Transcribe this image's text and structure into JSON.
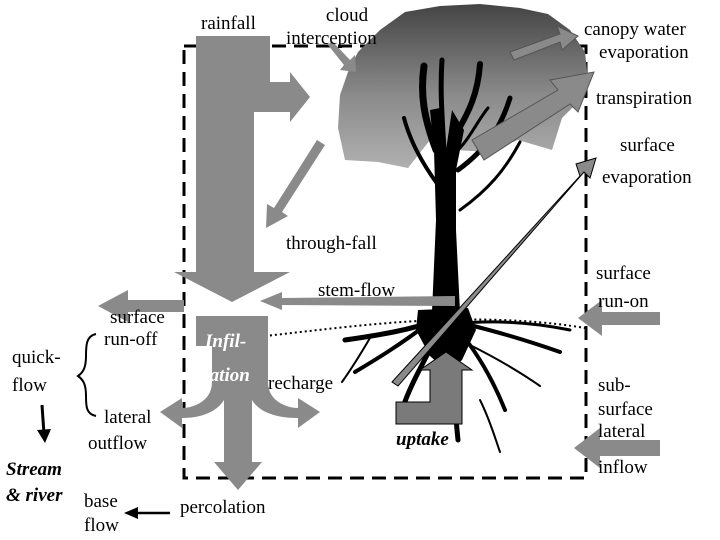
{
  "labels": {
    "rainfall": "rainfall",
    "cloud_interception_1": "cloud",
    "cloud_interception_2": "interception",
    "canopy_water_evaporation_1": "canopy water",
    "canopy_water_evaporation_2": "evaporation",
    "transpiration": "transpiration",
    "surface_evaporation_1": "surface",
    "surface_evaporation_2": "evaporation",
    "through_fall": "through-fall",
    "stem_flow": "stem-flow",
    "surface_run_on_1": "surface",
    "surface_run_on_2": "run-on",
    "surface_run_off_1": "surface",
    "surface_run_off_2": "run-off",
    "infiltration_1": "Infil-",
    "infiltration_2": "tration",
    "recharge": "recharge",
    "quick_flow_1": "quick-",
    "quick_flow_2": "flow",
    "lateral_outflow_1": "lateral",
    "lateral_outflow_2": "outflow",
    "sub_surface_lateral_inflow_1": "sub-",
    "sub_surface_lateral_inflow_2": "surface",
    "sub_surface_lateral_inflow_3": "lateral",
    "sub_surface_lateral_inflow_4": "inflow",
    "uptake": "uptake",
    "stream_river_1": "Stream",
    "stream_river_2": "& river",
    "base_flow_1": "base",
    "base_flow_2": "flow",
    "percolation": "percolation"
  },
  "colors": {
    "flow_arrow": "#8a8a8a",
    "canopy_light": "#aaaaaa",
    "canopy_dark": "#555555",
    "tree": "#000000",
    "label_on_arrow": "#ffffff"
  }
}
